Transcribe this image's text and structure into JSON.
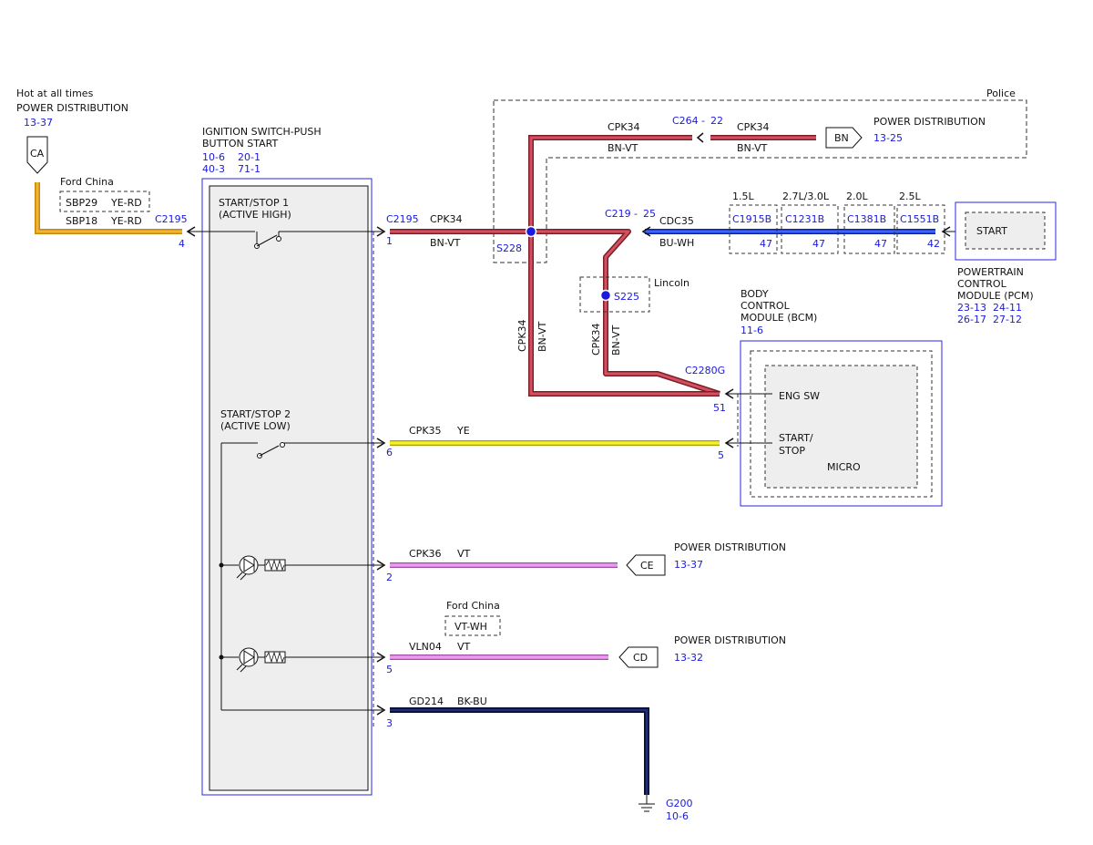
{
  "colors": {
    "ref_text": "#1a1adc",
    "module_border": "#2a2ae0",
    "wire_bn_vt": "#b8333f",
    "wire_bu_wh": "#1f3fe0",
    "wire_ye": "#f5f02a",
    "wire_vt": "#e27ce6",
    "wire_bk_bu": "#0c1a4a",
    "wire_ye_rd": "#e8a314",
    "module_fill": "#eeeeee",
    "splice": "#1a1adc"
  },
  "source": {
    "label1": "Hot at all times",
    "label2": "POWER DISTRIBUTION",
    "ref": "13-37",
    "tag": "CA"
  },
  "ford_china_top": {
    "label": "Ford China",
    "alt_circuit": "SBP29",
    "alt_color": "YE-RD",
    "circuit": "SBP18",
    "color": "YE-RD",
    "connector": "C2195",
    "pin": "4"
  },
  "switch": {
    "title1": "IGNITION SWITCH-PUSH",
    "title2": "BUTTON START",
    "ref1": "10-6",
    "ref2": "20-1",
    "ref3": "40-3",
    "ref4": "71-1",
    "ss1_a": "START/STOP 1",
    "ss1_b": "(ACTIVE HIGH)",
    "ss2_a": "START/STOP 2",
    "ss2_b": "(ACTIVE LOW)"
  },
  "wire_main": {
    "connector": "C2195",
    "pin": "1",
    "circuit": "CPK34",
    "color": "BN-VT",
    "splice": "S228"
  },
  "police": {
    "label": "Police",
    "circuit_a": "CPK34",
    "color_a": "BN-VT",
    "connector": "C264",
    "connector_dash": "-",
    "pin": "22",
    "circuit_b": "CPK34",
    "color_b": "BN-VT",
    "tag": "BN",
    "dest": "POWER DISTRIBUTION",
    "dest_ref": "13-25"
  },
  "pcm_wire": {
    "connector": "C219",
    "connector_dash": "-",
    "pin": "25",
    "circuit": "CDC35",
    "color": "BU-WH",
    "variants": [
      {
        "engine": "1.5L",
        "connector": "C1915B",
        "pin": "47"
      },
      {
        "engine": "2.7L/3.0L",
        "connector": "C1231B",
        "pin": "47"
      },
      {
        "engine": "2.0L",
        "connector": "C1381B",
        "pin": "47"
      },
      {
        "engine": "2.5L",
        "connector": "C1551B",
        "pin": "42"
      }
    ]
  },
  "pcm": {
    "signal": "START",
    "name1": "POWERTRAIN",
    "name2": "CONTROL",
    "name3": "MODULE (PCM)",
    "ref1": "23-13",
    "ref2": "24-11",
    "ref3": "26-17",
    "ref4": "27-12"
  },
  "lincoln": {
    "label": "Lincoln",
    "splice": "S225"
  },
  "vert_labels": {
    "v1_circuit": "CPK34",
    "v1_color": "BN-VT",
    "v2_circuit": "CPK34",
    "v2_color": "BN-VT"
  },
  "bcm": {
    "name1": "BODY",
    "name2": "CONTROL",
    "name3": "MODULE (BCM)",
    "ref": "11-6",
    "connector": "C2280G",
    "pin_top": "51",
    "pin_bottom": "5",
    "sig1": "ENG SW",
    "sig2a": "START/",
    "sig2b": "STOP",
    "micro": "MICRO"
  },
  "wire_ss2": {
    "pin": "6",
    "circuit": "CPK35",
    "color": "YE"
  },
  "wire_led1": {
    "pin": "2",
    "circuit": "CPK36",
    "color": "VT",
    "tag": "CE",
    "dest": "POWER DISTRIBUTION",
    "dest_ref": "13-37"
  },
  "ford_china_bottom": {
    "label": "Ford China",
    "alt_color": "VT-WH"
  },
  "wire_led2": {
    "pin": "5",
    "circuit": "VLN04",
    "color": "VT",
    "tag": "CD",
    "dest": "POWER DISTRIBUTION",
    "dest_ref": "13-32"
  },
  "wire_ground": {
    "pin": "3",
    "circuit": "GD214",
    "color": "BK-BU",
    "ground": "G200",
    "ground_ref": "10-6"
  }
}
